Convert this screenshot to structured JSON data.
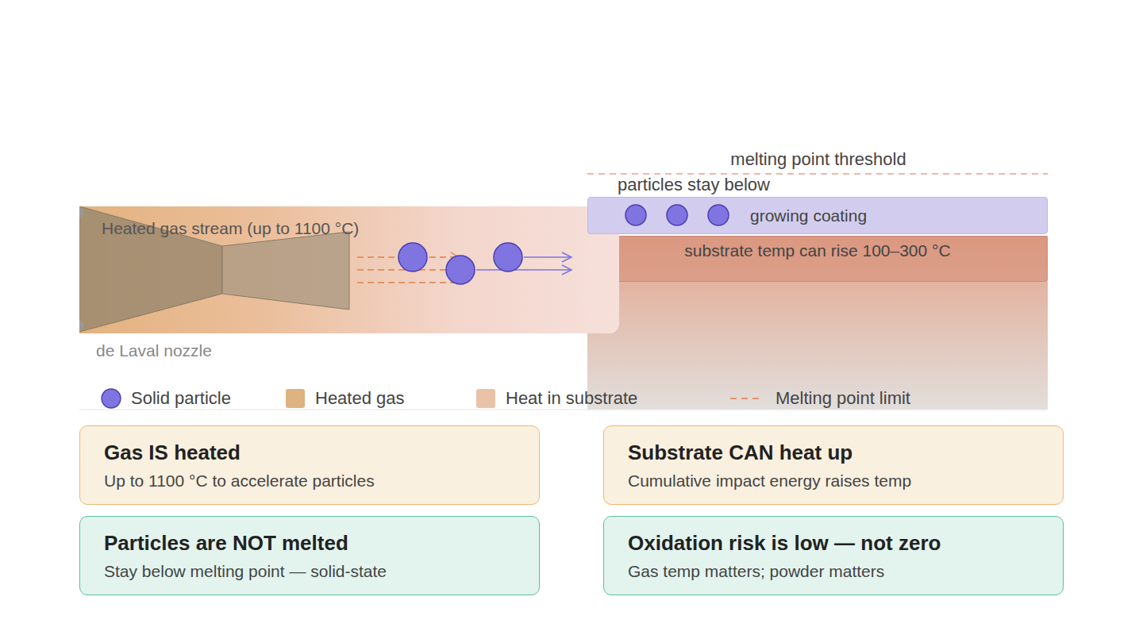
{
  "diagram": {
    "nodes": [
      {
        "text": [
          "Heated gas stream (up to 1100 °C)"
        ]
      },
      {
        "text": [
          "growing coating"
        ]
      },
      {
        "text": [
          "substrate temp can rise 100–300 °C"
        ]
      },
      {
        "text": [
          "Gas IS heated",
          "Up to 1100 °C to accelerate particles"
        ]
      },
      {
        "text": [
          "Substrate CAN heat up",
          "Cumulative impact energy raises temp"
        ]
      },
      {
        "text": [
          "Particles are NOT melted",
          "Stay below melting point — solid-state"
        ]
      },
      {
        "text": [
          "Oxidation risk is low — not zero",
          "Gas temp matters; powder matters"
        ]
      }
    ],
    "labels": [
      "melting point threshold",
      "particles stay below",
      "de Laval nozzle"
    ],
    "legend": [
      {
        "text": "Solid particle"
      },
      {
        "text": "Heated gas",
        "color": "#ddb37f"
      },
      {
        "text": "Heat in substrate",
        "color": "#e9c3a8"
      },
      {
        "text": "Melting point limit"
      }
    ]
  }
}
